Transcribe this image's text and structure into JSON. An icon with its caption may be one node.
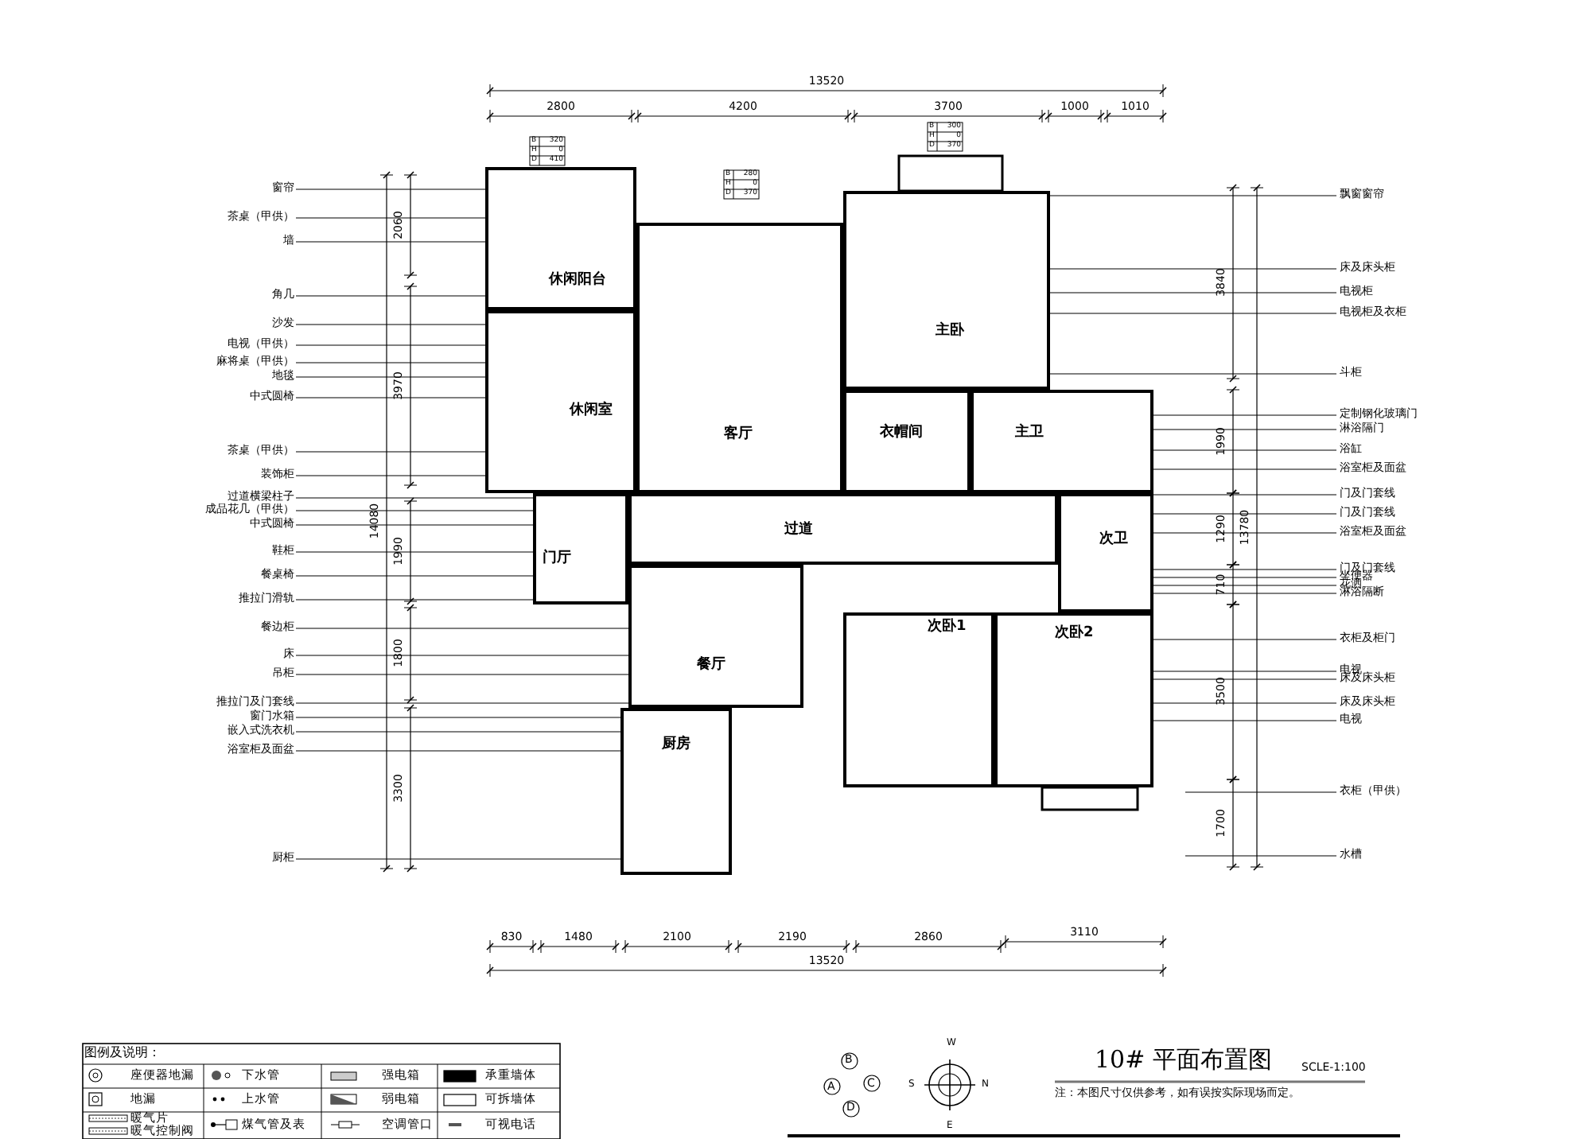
{
  "diagram": {
    "title": "10# 平面布置图",
    "caption": "注：本图尺寸仅供参考，如有误按实际现场而定。",
    "nodes": [
      {
        "text": [
          "休闲阳台"
        ]
      },
      {
        "text": [
          "休闲室"
        ]
      },
      {
        "text": [
          "客厅"
        ]
      },
      {
        "text": [
          "主卧"
        ]
      },
      {
        "text": [
          "衣帽间"
        ]
      },
      {
        "text": [
          "主卫"
        ]
      },
      {
        "text": [
          "门厅"
        ]
      },
      {
        "text": [
          "过道"
        ]
      },
      {
        "text": [
          "次卫"
        ]
      },
      {
        "text": [
          "餐厅"
        ]
      },
      {
        "text": [
          "次卧1"
        ]
      },
      {
        "text": [
          "次卧2"
        ]
      },
      {
        "text": [
          "厨房"
        ]
      },
      {
        "text": [
          "窗帘"
        ]
      },
      {
        "text": [
          "茶桌（甲供）"
        ]
      },
      {
        "text": [
          "墙"
        ]
      },
      {
        "text": [
          "角几"
        ]
      },
      {
        "text": [
          "沙发"
        ]
      },
      {
        "text": [
          "电视（甲供）"
        ]
      },
      {
        "text": [
          "麻将桌（甲供）"
        ]
      },
      {
        "text": [
          "地毯"
        ]
      },
      {
        "text": [
          "中式圆椅"
        ]
      },
      {
        "text": [
          "茶桌（甲供）"
        ]
      },
      {
        "text": [
          "装饰柜"
        ]
      },
      {
        "text": [
          "过道横梁柱子"
        ]
      },
      {
        "text": [
          "成品花几（甲供）"
        ]
      },
      {
        "text": [
          "中式圆椅"
        ]
      },
      {
        "text": [
          "鞋柜"
        ]
      },
      {
        "text": [
          "餐桌椅"
        ]
      },
      {
        "text": [
          "推拉门滑轨"
        ]
      },
      {
        "text": [
          "餐边柜"
        ]
      },
      {
        "text": [
          "床"
        ]
      },
      {
        "text": [
          "吊柜"
        ]
      },
      {
        "text": [
          "推拉门及门套线"
        ]
      },
      {
        "text": [
          "窗门水箱"
        ]
      },
      {
        "text": [
          "嵌入式洗衣机"
        ]
      },
      {
        "text": [
          "浴室柜及面盆"
        ]
      },
      {
        "text": [
          "厨柜"
        ]
      },
      {
        "text": [
          "飘窗窗帘"
        ]
      },
      {
        "text": [
          "床及床头柜"
        ]
      },
      {
        "text": [
          "电视柜"
        ]
      },
      {
        "text": [
          "电视柜及衣柜"
        ]
      },
      {
        "text": [
          "斗柜"
        ]
      },
      {
        "text": [
          "定制钢化玻璃门"
        ]
      },
      {
        "text": [
          "淋浴隔门"
        ]
      },
      {
        "text": [
          "浴缸"
        ]
      },
      {
        "text": [
          "浴室柜及面盆"
        ]
      },
      {
        "text": [
          "门及门套线"
        ]
      },
      {
        "text": [
          "门及门套线"
        ]
      },
      {
        "text": [
          "浴室柜及面盆"
        ]
      },
      {
        "text": [
          "门及门套线"
        ]
      },
      {
        "text": [
          "坐便器"
        ]
      },
      {
        "text": [
          "花洒"
        ]
      },
      {
        "text": [
          "淋浴隔断"
        ]
      },
      {
        "text": [
          "衣柜及柜门"
        ]
      },
      {
        "text": [
          "电视"
        ]
      },
      {
        "text": [
          "床及床头柜"
        ]
      },
      {
        "text": [
          "床及床头柜"
        ]
      },
      {
        "text": [
          "电视"
        ]
      },
      {
        "text": [
          "衣柜（甲供）"
        ]
      },
      {
        "text": [
          "水槽"
        ]
      }
    ],
    "edges": [
      {
        "from": 13,
        "to": 0,
        "arrow": "none"
      },
      {
        "from": 14,
        "to": 0,
        "arrow": "none"
      },
      {
        "from": 15,
        "to": 0,
        "arrow": "none"
      },
      {
        "from": 16,
        "to": 0,
        "arrow": "none"
      },
      {
        "from": 17,
        "to": 1,
        "arrow": "none"
      },
      {
        "from": 18,
        "to": 1,
        "arrow": "none"
      },
      {
        "from": 19,
        "to": 1,
        "arrow": "none"
      },
      {
        "from": 20,
        "to": 1,
        "arrow": "none"
      },
      {
        "from": 21,
        "to": 1,
        "arrow": "none"
      },
      {
        "from": 22,
        "to": 1,
        "arrow": "none"
      },
      {
        "from": 23,
        "to": 1,
        "arrow": "none"
      },
      {
        "from": 24,
        "to": 6,
        "arrow": "none"
      },
      {
        "from": 25,
        "to": 6,
        "arrow": "none"
      },
      {
        "from": 26,
        "to": 6,
        "arrow": "none"
      },
      {
        "from": 27,
        "to": 6,
        "arrow": "none"
      },
      {
        "from": 28,
        "to": 6,
        "arrow": "none"
      },
      {
        "from": 29,
        "to": 6,
        "arrow": "none"
      },
      {
        "from": 30,
        "to": 9,
        "arrow": "none"
      },
      {
        "from": 31,
        "to": 9,
        "arrow": "none"
      },
      {
        "from": 32,
        "to": 9,
        "arrow": "none"
      },
      {
        "from": 33,
        "to": 9,
        "arrow": "none"
      },
      {
        "from": 34,
        "to": 12,
        "arrow": "none"
      },
      {
        "from": 35,
        "to": 12,
        "arrow": "none"
      },
      {
        "from": 36,
        "to": 12,
        "arrow": "none"
      },
      {
        "from": 37,
        "to": 12,
        "arrow": "none"
      },
      {
        "from": 38,
        "to": 3,
        "arrow": "none"
      },
      {
        "from": 39,
        "to": 3,
        "arrow": "none"
      },
      {
        "from": 40,
        "to": 3,
        "arrow": "none"
      },
      {
        "from": 41,
        "to": 3,
        "arrow": "none"
      },
      {
        "from": 42,
        "to": 3,
        "arrow": "none"
      },
      {
        "from": 43,
        "to": 5,
        "arrow": "none"
      },
      {
        "from": 44,
        "to": 5,
        "arrow": "none"
      },
      {
        "from": 45,
        "to": 5,
        "arrow": "none"
      },
      {
        "from": 46,
        "to": 5,
        "arrow": "none"
      },
      {
        "from": 47,
        "to": 8,
        "arrow": "none"
      },
      {
        "from": 48,
        "to": 8,
        "arrow": "none"
      },
      {
        "from": 49,
        "to": 8,
        "arrow": "none"
      },
      {
        "from": 50,
        "to": 8,
        "arrow": "none"
      },
      {
        "from": 51,
        "to": 8,
        "arrow": "none"
      },
      {
        "from": 52,
        "to": 8,
        "arrow": "none"
      },
      {
        "from": 53,
        "to": 8,
        "arrow": "none"
      },
      {
        "from": 54,
        "to": 11,
        "arrow": "none"
      },
      {
        "from": 55,
        "to": 11,
        "arrow": "none"
      },
      {
        "from": 56,
        "to": 11,
        "arrow": "none"
      },
      {
        "from": 57,
        "to": 11,
        "arrow": "none"
      },
      {
        "from": 58,
        "to": 11,
        "arrow": "none"
      },
      {
        "from": 59,
        "to": null,
        "arrow": "none"
      },
      {
        "from": 60,
        "to": null,
        "arrow": "none"
      }
    ],
    "labels": [
      "13520",
      "2800",
      "4200",
      "3700",
      "1000",
      "1010",
      "B",
      "320",
      "H",
      "0",
      "D",
      "410",
      "B",
      "280",
      "H",
      "0",
      "D",
      "370",
      "B",
      "300",
      "H",
      "0",
      "D",
      "370",
      "2060",
      "3970",
      "1990",
      "1800",
      "3300",
      "14080",
      "3840",
      "1990",
      "1290",
      "710",
      "3500",
      "1700",
      "13780",
      "830",
      "1480",
      "2100",
      "2190",
      "2860",
      "3110",
      "13520",
      "图例及说明：",
      "B",
      "A",
      "C",
      "D",
      "W",
      "S",
      "N",
      "E",
      "SCLE-1:100"
    ],
    "legend": [
      {
        "text": "座便器地漏"
      },
      {
        "text": "下水管"
      },
      {
        "text": "强电箱"
      },
      {
        "text": "承重墙体",
        "color": "#000000"
      },
      {
        "text": "地漏"
      },
      {
        "text": "上水管"
      },
      {
        "text": "弱电箱"
      },
      {
        "text": "可拆墙体",
        "color": "#ffffff"
      },
      {
        "text": "暖气片"
      },
      {
        "text": "暖气控制阀"
      },
      {
        "text": "煤气管及表"
      },
      {
        "text": "空调管口"
      },
      {
        "text": "可视电话"
      }
    ]
  }
}
